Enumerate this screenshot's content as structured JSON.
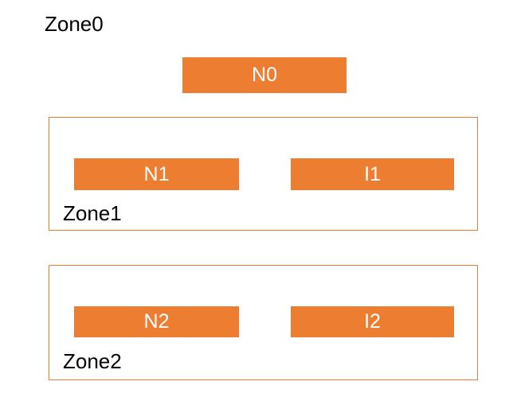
{
  "diagram": {
    "background_color": "#ffffff",
    "accent_color": "#ED7D31",
    "node_text_color": "#ffffff",
    "label_text_color": "#000000",
    "zone0": {
      "label": "Zone0",
      "nodes": [
        {
          "label": "N0",
          "name": "node-n0"
        }
      ]
    },
    "zone1": {
      "label": "Zone1",
      "nodes": [
        {
          "label": "N1",
          "name": "node-n1"
        },
        {
          "label": "I1",
          "name": "node-i1"
        }
      ]
    },
    "zone2": {
      "label": "Zone2",
      "nodes": [
        {
          "label": "N2",
          "name": "node-n2"
        },
        {
          "label": "I2",
          "name": "node-i2"
        }
      ]
    }
  }
}
